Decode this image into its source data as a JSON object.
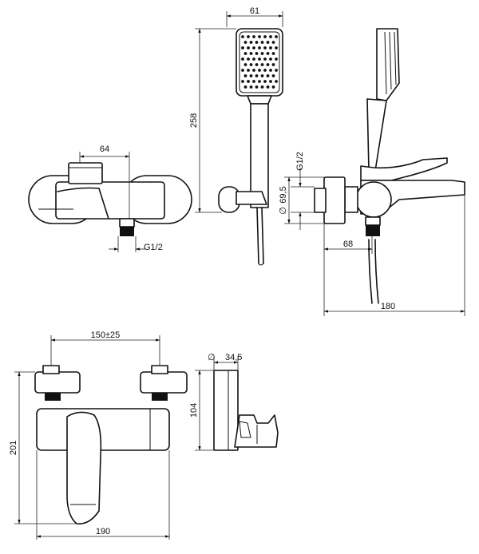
{
  "dimensions": {
    "top_mixer_width": "64",
    "top_mixer_thread": "G1/2",
    "hand_shower_width": "61",
    "hand_shower_length": "258",
    "side_thread": "G1/2",
    "side_body_diameter": "69,5",
    "side_offset": "68",
    "side_spout_length": "180",
    "front_centers": "150±25",
    "front_height": "201",
    "front_width": "190",
    "holder_diameter": "34,5",
    "holder_height": "104"
  },
  "symbols": {
    "diameter": "∅"
  }
}
